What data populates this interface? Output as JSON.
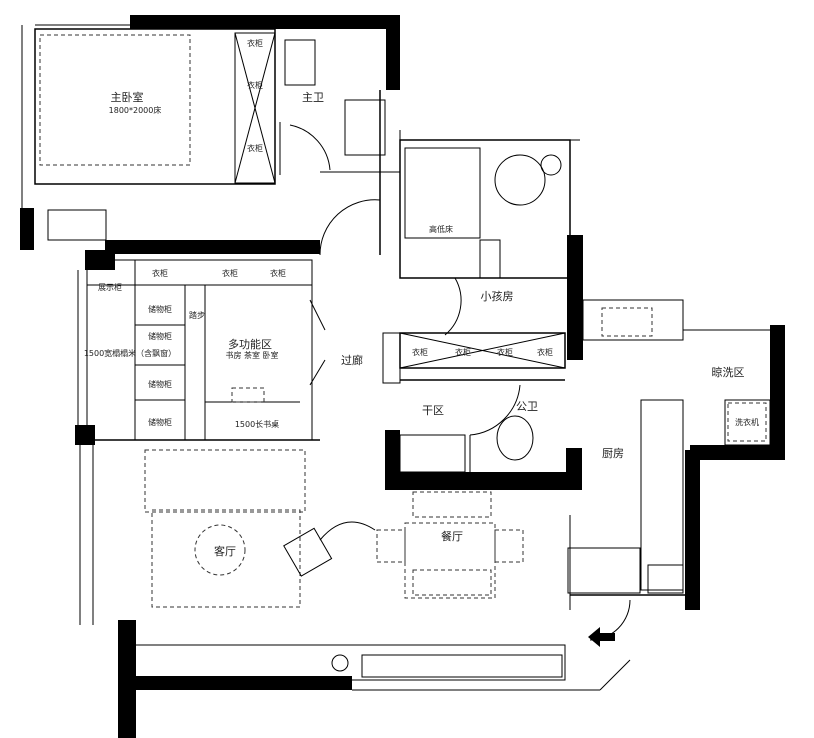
{
  "rooms": {
    "master_bedroom": "主卧室",
    "bed_size": "1800*2000床",
    "master_bath": "主卫",
    "bunk_bed": "高低床",
    "kids_room": "小孩房",
    "display_cabinet": "展示柜",
    "storage": [
      "储物柜",
      "储物柜",
      "储物柜",
      "储物柜"
    ],
    "tatami": "1500宽榻榻米（含飘窗）",
    "step": "踏步",
    "multi_area": "多功能区",
    "multi_area_sub": "书房 茶室 卧室",
    "desk": "1500长书桌",
    "corridor": "过廊",
    "dry_area": "干区",
    "public_bath": "公卫",
    "kitchen": "厨房",
    "laundry_area": "晾洗区",
    "washer": "洗衣机",
    "living_room": "客厅",
    "dining_room": "餐厅"
  },
  "wardrobe_label": "衣柜",
  "entrance_arrow": "entrance-arrow-icon"
}
